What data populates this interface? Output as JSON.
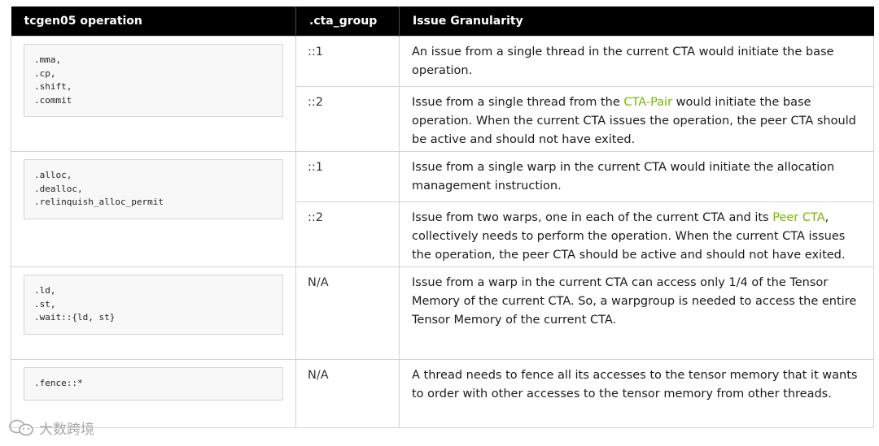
{
  "headers": [
    "tcgen05 operation",
    ".cta_group",
    "Issue Granularity"
  ],
  "groups": [
    {
      "code": [
        ".mma,",
        ".cp,",
        ".shift,",
        ".commit"
      ],
      "rows": [
        {
          "cta_group": "::1",
          "parts": [
            {
              "text": "An issue from a single thread in the current CTA would initiate the base operation."
            }
          ]
        },
        {
          "cta_group": "::2",
          "parts": [
            {
              "text": "Issue from a single thread from the "
            },
            {
              "text": "CTA-Pair",
              "link": true
            },
            {
              "text": " would initiate the base operation. When the current CTA issues the operation, the peer CTA should be active and should not have exited."
            }
          ]
        }
      ]
    },
    {
      "code": [
        ".alloc,",
        ".dealloc,",
        ".relinquish_alloc_permit"
      ],
      "rows": [
        {
          "cta_group": "::1",
          "parts": [
            {
              "text": "Issue from a single warp in the current CTA would initiate the allocation management instruction."
            }
          ]
        },
        {
          "cta_group": "::2",
          "parts": [
            {
              "text": "Issue from two warps, one in each of the current CTA and its "
            },
            {
              "text": "Peer CTA",
              "link": true
            },
            {
              "text": ", collectively needs to perform the operation. When the current CTA issues the operation, the peer CTA should be active and should not have exited."
            }
          ]
        }
      ]
    },
    {
      "code": [
        ".ld,",
        ".st,",
        ".wait::{ld, st}"
      ],
      "rows": [
        {
          "cta_group": "N/A",
          "parts": [
            {
              "text": "Issue from a warp in the current CTA can access only 1/4 of the Tensor Memory of the current CTA. So, a warpgroup is needed to access the entire Tensor Memory of the current CTA."
            }
          ]
        }
      ]
    },
    {
      "code": [
        ".fence::*"
      ],
      "rows": [
        {
          "cta_group": "N/A",
          "parts": [
            {
              "text": "A thread needs to fence all its accesses to the tensor memory that it wants to order with other accesses to the tensor memory from other threads."
            }
          ]
        }
      ]
    }
  ],
  "watermark": {
    "text": "大数跨境",
    "icon": "wechat-logo-icon"
  },
  "colors": {
    "header_bg": "#000000",
    "link": "#76b900",
    "border": "#d3d3d3"
  }
}
